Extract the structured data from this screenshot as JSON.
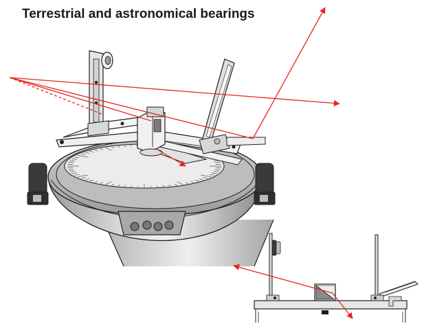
{
  "title": "Terrestrial and astronomical bearings",
  "colors": {
    "ray": "#e8251f",
    "outline": "#1e1e1e",
    "metal_light": "#eeeeee",
    "metal_mid": "#c9c9c9",
    "metal_dark": "#8a8a8a",
    "rubber": "#2f2f2f",
    "dial_face": "#ececec",
    "background": "#ffffff"
  },
  "illustrations": {
    "main": "azimuth-circle-on-compass-bowl-perspective",
    "inset": "azimuth-circle-side-elevation"
  }
}
